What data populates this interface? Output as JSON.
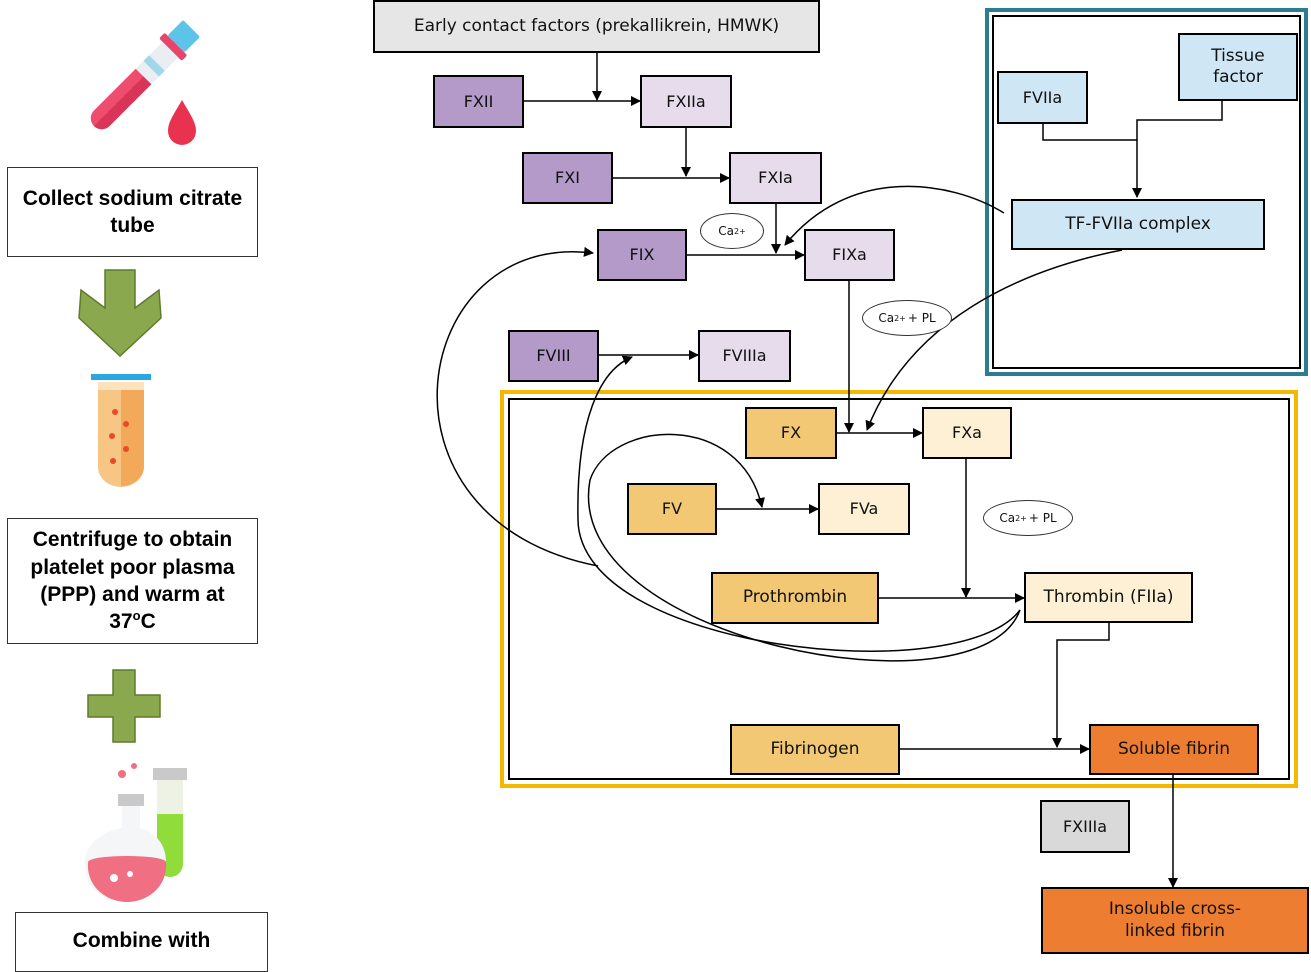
{
  "workflow": {
    "step1": "Collect sodium citrate tube",
    "step2_line1": "Centrifuge to obtain platelet poor plasma (PPP) and warm at 37",
    "step2_sup": "o",
    "step2_unit": "C",
    "step3": "Combine with"
  },
  "cascade": {
    "contact": "Early contact factors (prekallikrein, HMWK)",
    "fxii": "FXII",
    "fxiia": "FXIIa",
    "fxi": "FXI",
    "fxia": "FXIa",
    "fix": "FIX",
    "fixa": "FIXa",
    "fviii": "FVIII",
    "fviiia": "FVIIIa",
    "fviia": "FVIIa",
    "tissue_factor": "Tissue factor",
    "tf_complex": "TF-FVIIa complex",
    "fx": "FX",
    "fxa": "FXa",
    "fv": "FV",
    "fva": "FVa",
    "prothrombin": "Prothrombin",
    "thrombin": "Thrombin (FIIa)",
    "fibrinogen": "Fibrinogen",
    "soluble_fibrin": "Soluble fibrin",
    "fxiiia": "FXIIIa",
    "insoluble_fibrin": "Insoluble cross-linked fibrin",
    "ion1_base": "Ca",
    "ion1_sup": "2+",
    "ion1_rest": "",
    "ion2_base": "Ca",
    "ion2_sup": "2+",
    "ion2_rest": "+ PL",
    "ion3_base": "Ca",
    "ion3_sup": "2+",
    "ion3_rest": "+ PL"
  },
  "colors": {
    "intrinsic_dark": "#b39ac9",
    "intrinsic_light": "#e6dcec",
    "extrinsic": "#cfe7f4",
    "extrinsic_frame": "#2c7d8f",
    "common_dark": "#f3c875",
    "common_light": "#fdf0d5",
    "common_frame": "#f5b800",
    "fibrin": "#ed7d31",
    "grey": "#d9d9d9"
  }
}
